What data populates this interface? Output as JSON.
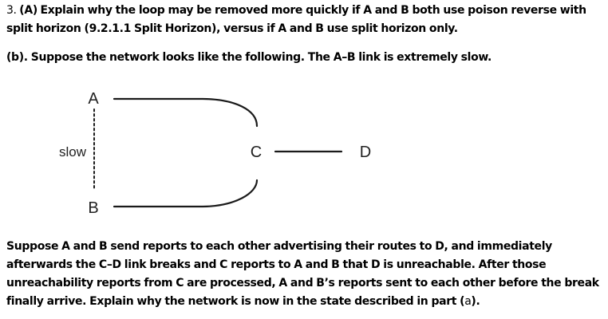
{
  "question": {
    "number": "3.",
    "part_a": {
      "label": "(A)",
      "text": "Explain why the loop may be removed more quickly if A and B both use poison reverse with split horizon (9.2.1.1 Split Horizon), versus if A and B use split horizon only."
    },
    "part_b": {
      "label": "(b).",
      "text": "Suppose the network looks like the following. The A–B link is extremely slow."
    },
    "scenario": {
      "text_1": "Suppose A and B send reports to each other advertising their routes to D, and immediately afterwards the C–D link breaks and C reports to A and B that D is unreachable. After those unreachability reports from C are processed, A and B’s reports sent to each other before the break finally arrive. Explain why the network is now in the state described in part (",
      "ref": "a",
      "text_2": ")."
    }
  },
  "diagram": {
    "nodes": {
      "a": "A",
      "b": "B",
      "c": "C",
      "d": "D"
    },
    "slow_link_label": "slow",
    "link_color": "#1a1a1a"
  }
}
